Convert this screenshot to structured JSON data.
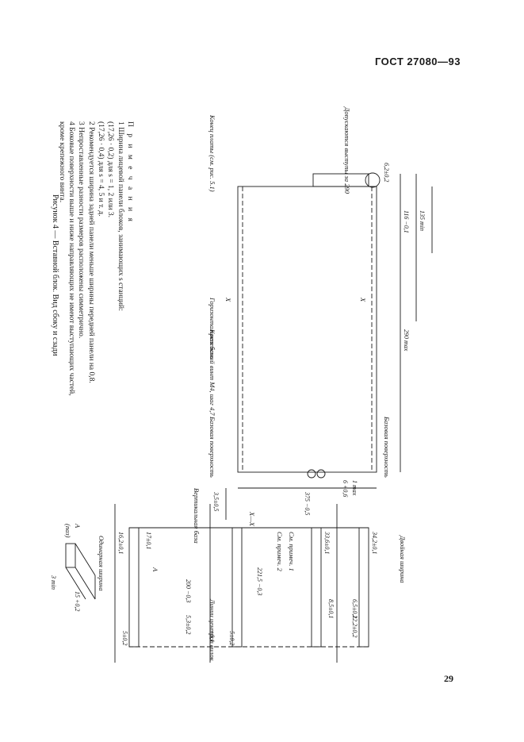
{
  "header": {
    "standard": "ГОСТ 27080—93"
  },
  "page_number": "29",
  "figure": {
    "section_label": "X—X",
    "see_note_1": "См. примеч. 1",
    "see_note_2": "См. примеч. 2",
    "double_width": "Двойная ширина",
    "single_width": "Одинарная ширина",
    "detail_a": "А",
    "detail_a_note": "(паз)",
    "centerlines": "Линии центров вилок соединителей",
    "screw": "Крепежный винт М4, шаг 4,7",
    "base_surface": "Базовая поверхность",
    "base_surface_2": "Базовая поверхность",
    "protrusions": "Допускаются выступы за 290",
    "horizontal_base": "Горизонтальная база",
    "vertical_base": "Вертикальная база",
    "board_edge": "Конец платы (см. рис. 5.1)",
    "section_mark": "X",
    "dims": {
      "d_34": "34,2±0,1",
      "d_33": "33,6±0,1",
      "d_2215": "221,5 −0,3",
      "d_17": "17±0,1",
      "d_162": "16,2±0,1",
      "d_200": "200 −0,3",
      "d_53": "5,3±0,2",
      "d_5a": "5±0,2",
      "d_5b": "5±0,2",
      "d_01": "±0,1",
      "d_85": "8,5±0,1",
      "d_65": "6,5±0,1",
      "d_222": "22,2±0,2",
      "d_3min": "3 min",
      "d_15": "15 +0,2",
      "d_35": "3,5±0,5",
      "d_290": "290 max",
      "d_375": "375 −0,5",
      "d_1": "1 max",
      "d_6": "6 +0,6",
      "d_135": "135 min",
      "d_116": "116 −0,1",
      "d_62": "6,2±0,2"
    }
  },
  "notes": {
    "title": "П р и м е ч а н и я",
    "items": [
      "1 Ширина лицевой панели блоков, занимающих s станций:",
      "(17,26 · 0,2) для s = 1, 2 или 3.",
      "(17,26 · 0,4) для s = 4, 5 и т. д.",
      "2 Рекомендуется ширина задней панели меньше ширины передней панели на 0,8.",
      "3 Непроставленные разности размеров расположены симметрично.",
      "4 Боковые поверхности выше и ниже направляющих не имеют выступающих частей,",
      "кроме крепежного винта."
    ]
  },
  "caption": "Рисунок 4 — Вставной блок. Вид сбоку и сзади"
}
